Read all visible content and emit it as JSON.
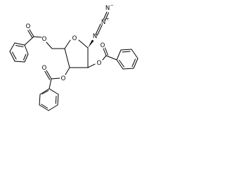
{
  "molecule": {
    "atom_labels": {
      "ring_oxygen": "O",
      "ester_oxygen_c5": "O",
      "carbonyl_oxygen_c5": "O",
      "ester_oxygen_c3": "O",
      "carbonyl_oxygen_c3": "O",
      "ester_oxygen_c2": "O",
      "carbonyl_oxygen_c2": "O",
      "azide_n1": "N",
      "azide_n2": "N",
      "azide_n3": "N"
    },
    "charges": {
      "azide_n2": "+",
      "azide_n3": "−"
    },
    "colors": {
      "bond": "#000000",
      "label": "#000000",
      "background": "#ffffff"
    }
  }
}
